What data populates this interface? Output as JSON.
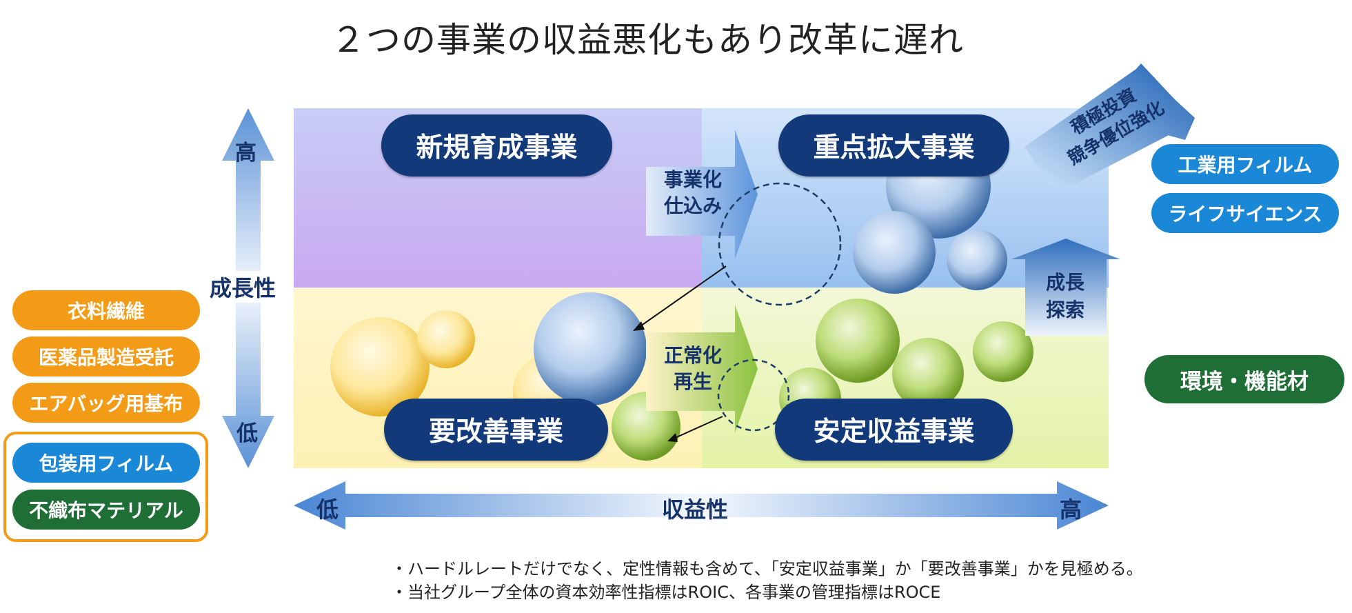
{
  "title": "２つの事業の収益悪化もあり改革に遅れ",
  "quadrants": {
    "top_left": "新規育成事業",
    "top_right": "重点拡大事業",
    "bottom_left": "要改善事業",
    "bottom_right": "安定収益事業"
  },
  "arrows": {
    "commercialize": [
      "事業化",
      "仕込み"
    ],
    "normalize": [
      "正常化",
      "再生"
    ],
    "growth_search": [
      "成長",
      "探索"
    ],
    "invest": [
      "積極投資",
      "競争優位強化"
    ]
  },
  "axes": {
    "y_label": "成長性",
    "y_high": "高",
    "y_low": "低",
    "x_label": "収益性",
    "x_low": "低",
    "x_high": "高"
  },
  "left_items_orange": [
    "衣料繊維",
    "医薬品製造受託",
    "エアバッグ用基布"
  ],
  "left_items_boxed": [
    {
      "label": "包装用フィルム",
      "color": "#1a88d6"
    },
    {
      "label": "不織布マテリアル",
      "color": "#1f6e36"
    }
  ],
  "right_items_blue": [
    "工業用フィルム",
    "ライフサイエンス"
  ],
  "right_items_green": [
    "環境・機能材"
  ],
  "notes": [
    "・ハードルレートだけでなく、定性情報も含めて、「安定収益事業」か「要改善事業」かを見極める。",
    "・当社グループ全体の資本効率性指標はROIC、各事業の管理指標はROCE"
  ],
  "colors": {
    "navy": "#12397a",
    "orange": "#f39b17",
    "blue": "#1a88d6",
    "green": "#1f6e36"
  }
}
